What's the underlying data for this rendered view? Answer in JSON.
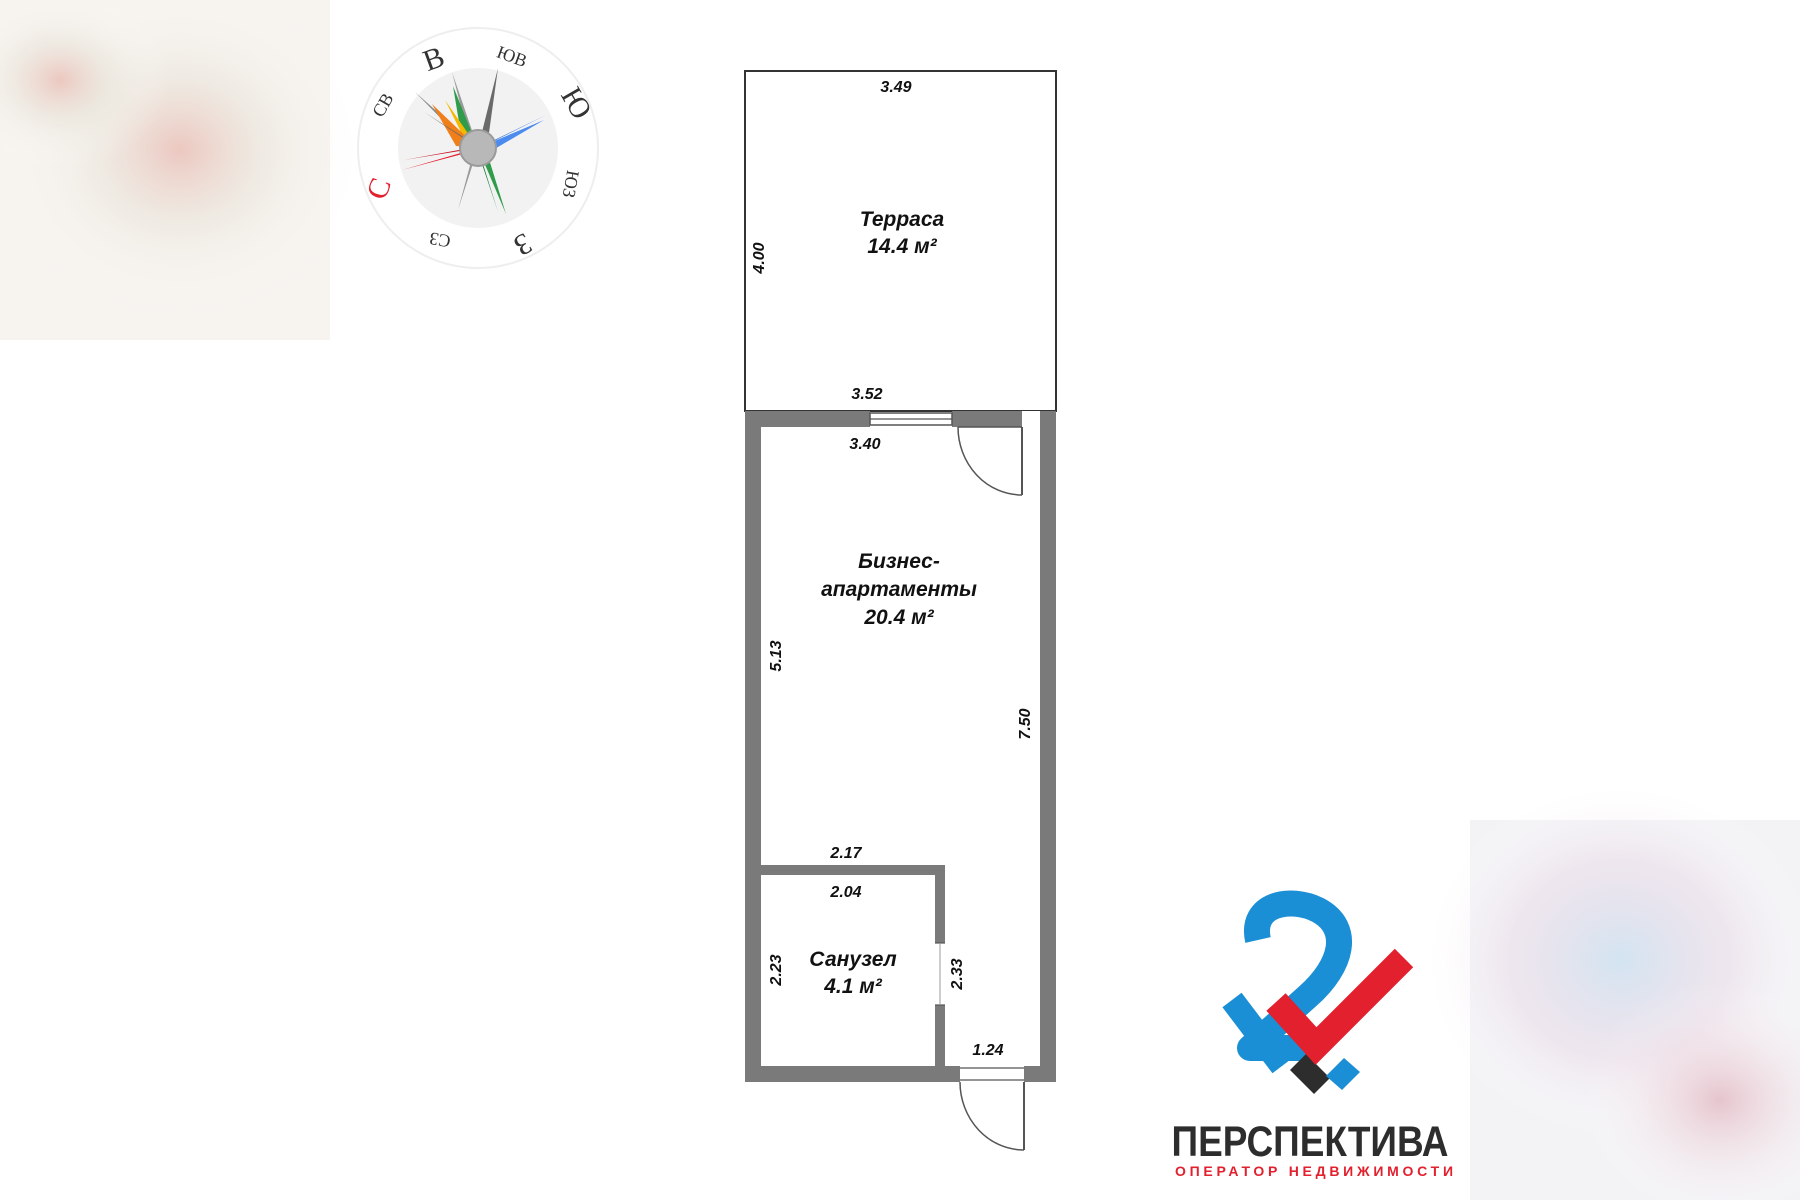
{
  "compass": {
    "labels": [
      "С",
      "СВ",
      "В",
      "ЮВ",
      "Ю",
      "ЮЗ",
      "З",
      "СЗ"
    ]
  },
  "rooms": {
    "terrace": {
      "name": "Терраса",
      "area": "14.4 м²"
    },
    "business": {
      "name_line1": "Бизнес-",
      "name_line2": "апартаменты",
      "area": "20.4 м²"
    },
    "bathroom": {
      "name": "Санузел",
      "area": "4.1 м²"
    }
  },
  "dimensions": {
    "terrace_top": "3.49",
    "terrace_left": "4.00",
    "terrace_bottom": "3.52",
    "business_top": "3.40",
    "business_left": "5.13",
    "business_right": "7.50",
    "partition": "2.17",
    "bath_top": "2.04",
    "bath_left": "2.23",
    "bath_right": "2.33",
    "entry": "1.24"
  },
  "logo": {
    "name": "ПЕРСПЕКТИВА",
    "tagline": "ОПЕРАТОР НЕДВИЖИМОСТИ",
    "colors": {
      "blue": "#1b8fd6",
      "red": "#e2202e",
      "dark": "#2d2d2d"
    }
  },
  "colors": {
    "wall": "#7a7a7a",
    "line": "#333333"
  }
}
